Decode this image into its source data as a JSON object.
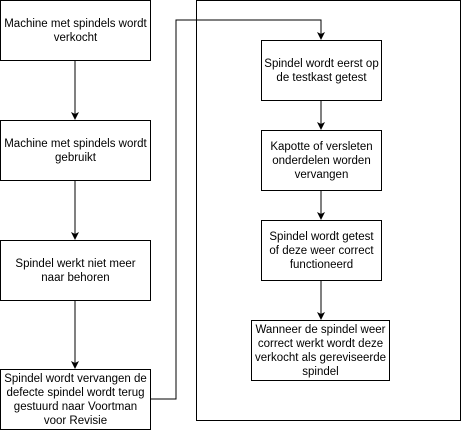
{
  "diagram": {
    "left_column": [
      "Machine met spindels wordt verkocht",
      "Machine met spindels wordt gebruikt",
      "Spindel werkt niet meer naar behoren",
      "Spindel wordt vervangen de defecte spindel wordt terug gestuurd naar Voortman voor Revisie"
    ],
    "right_column": [
      "Spindel wordt eerst op de testkast getest",
      "Kapotte of versleten onderdelen worden vervangen",
      "Spindel wordt getest of deze weer correct functioneerd",
      "Wanneer de spindel weer correct werkt wordt deze verkocht als gereviseerde spindel"
    ]
  }
}
